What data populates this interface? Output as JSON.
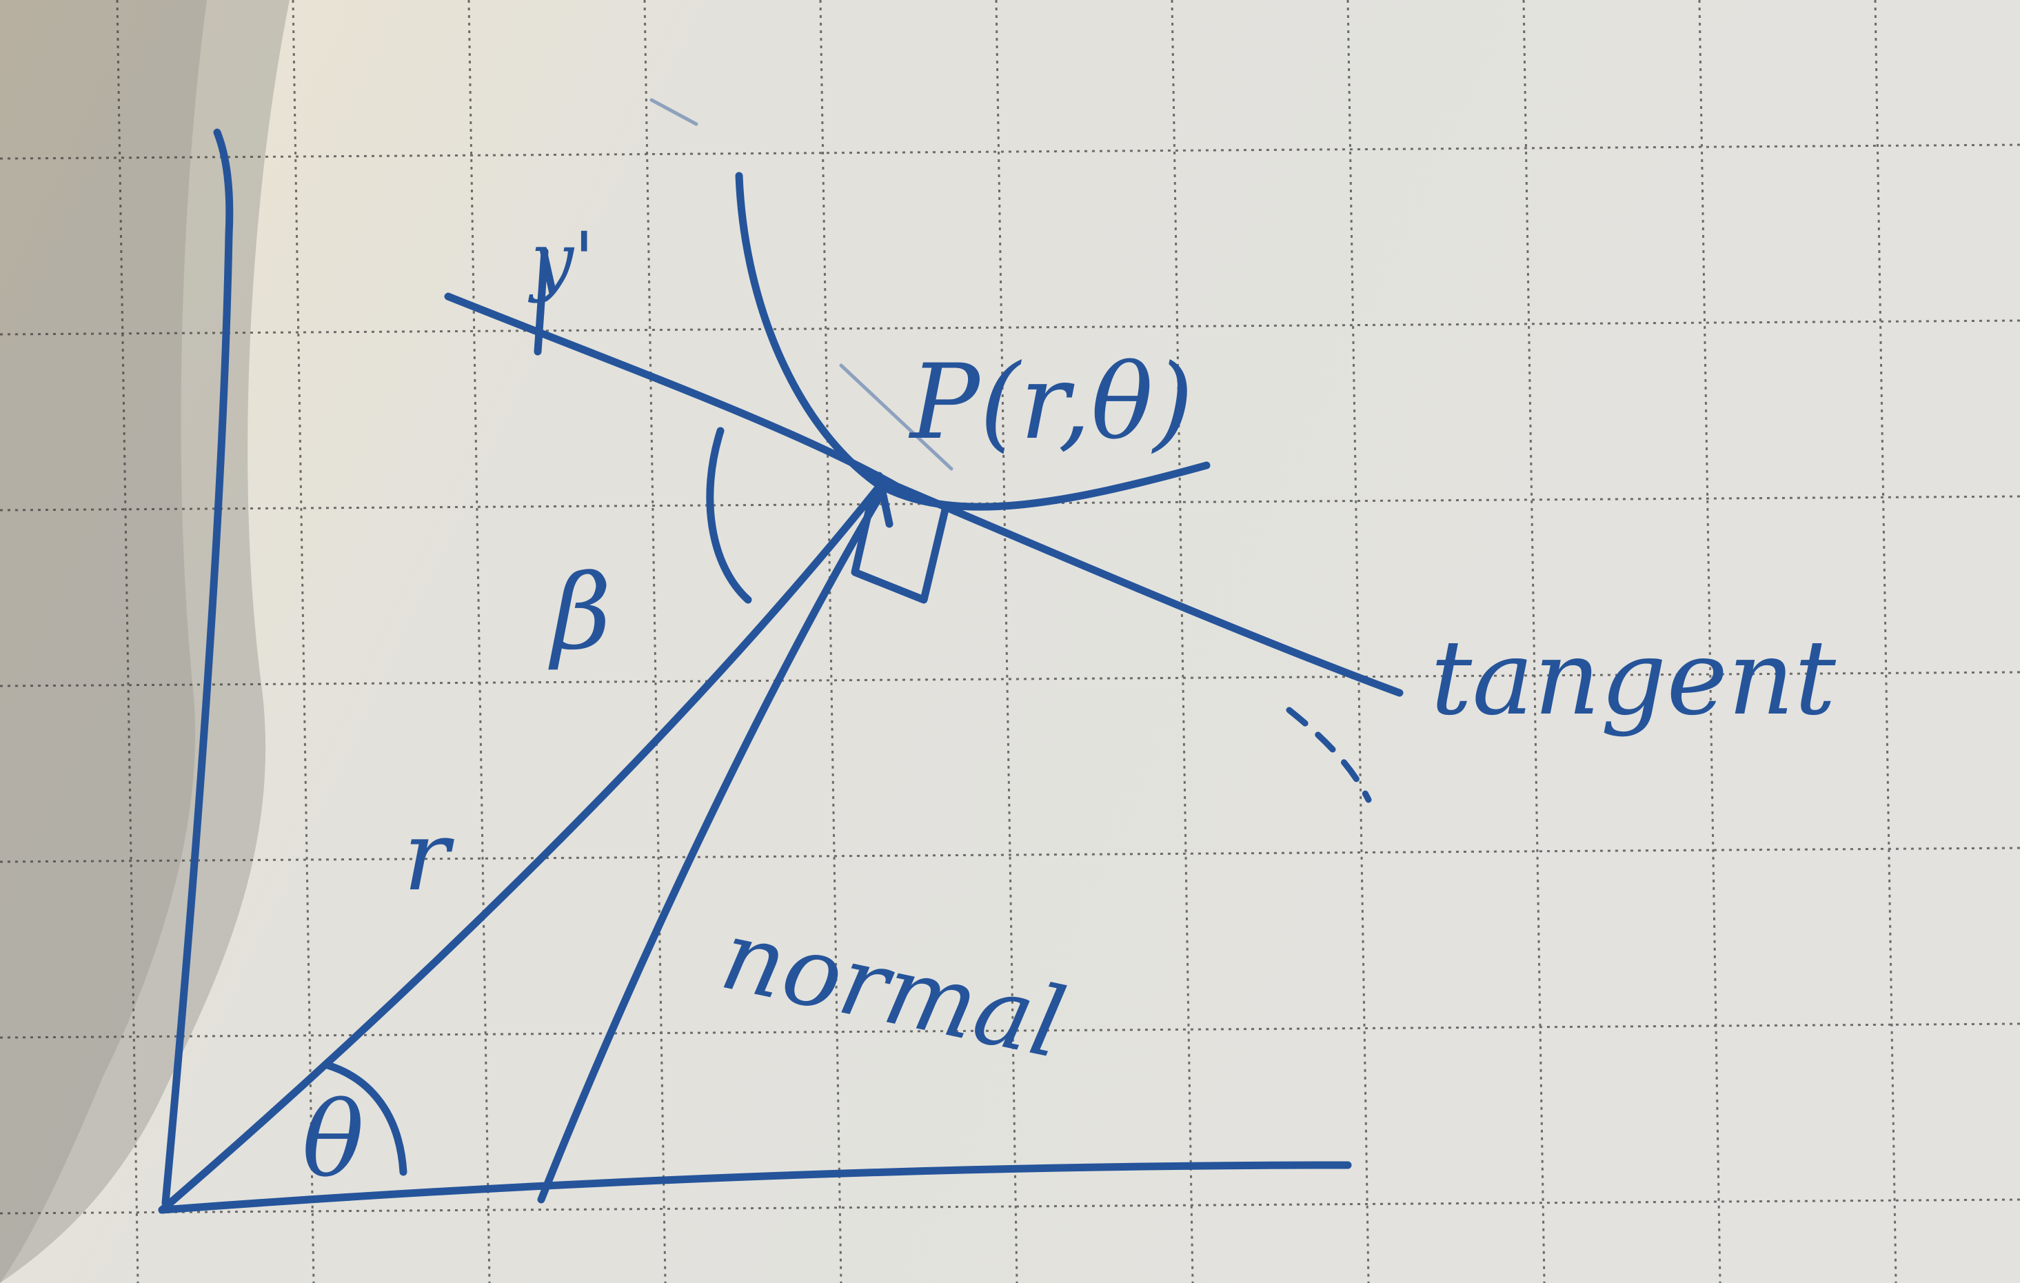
{
  "diagram": {
    "labels": {
      "point": "P(r,θ)",
      "beta": "β",
      "theta": "θ",
      "radius": "r",
      "tangent": "tangent",
      "normal": "normal"
    },
    "colors": {
      "ink": "#25549a",
      "paper": "#e4e2dc",
      "grid": "#3a3a3a"
    },
    "grid": {
      "spacing_px": 255
    }
  }
}
